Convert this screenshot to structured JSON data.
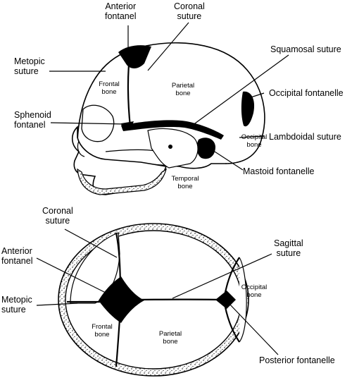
{
  "lateral_view": {
    "labels": {
      "anterior_fontanel": "Anterior\nfontanel",
      "coronal_suture": "Coronal\nsuture",
      "metopic_suture": "Metopic\nsuture",
      "squamosal_suture": "Squamosal suture",
      "occipital_fontanelle": "Occipital fontanelle",
      "sphenoid_fontanel": "Sphenoid\nfontanel",
      "lambdoidal_suture": "Lambdoidal suture",
      "mastoid_fontanelle": "Mastoid fontanelle"
    },
    "bones": {
      "frontal": "Frontal\nbone",
      "parietal": "Parietal\nbone",
      "occipital": "Occipital\nbone",
      "temporal": "Temporal\nbone"
    }
  },
  "top_view": {
    "labels": {
      "coronal_suture": "Coronal\nsuture",
      "anterior_fontanel": "Anterior\nfontanel",
      "sagittal_suture": "Sagittal\nsuture",
      "metopic_suture": "Metopic\nsuture",
      "posterior_fontanelle": "Posterior fontanelle"
    },
    "bones": {
      "occipital": "Occipital\nbone",
      "frontal": "Frontal\nbone",
      "parietal": "Parietal\nbone"
    }
  }
}
